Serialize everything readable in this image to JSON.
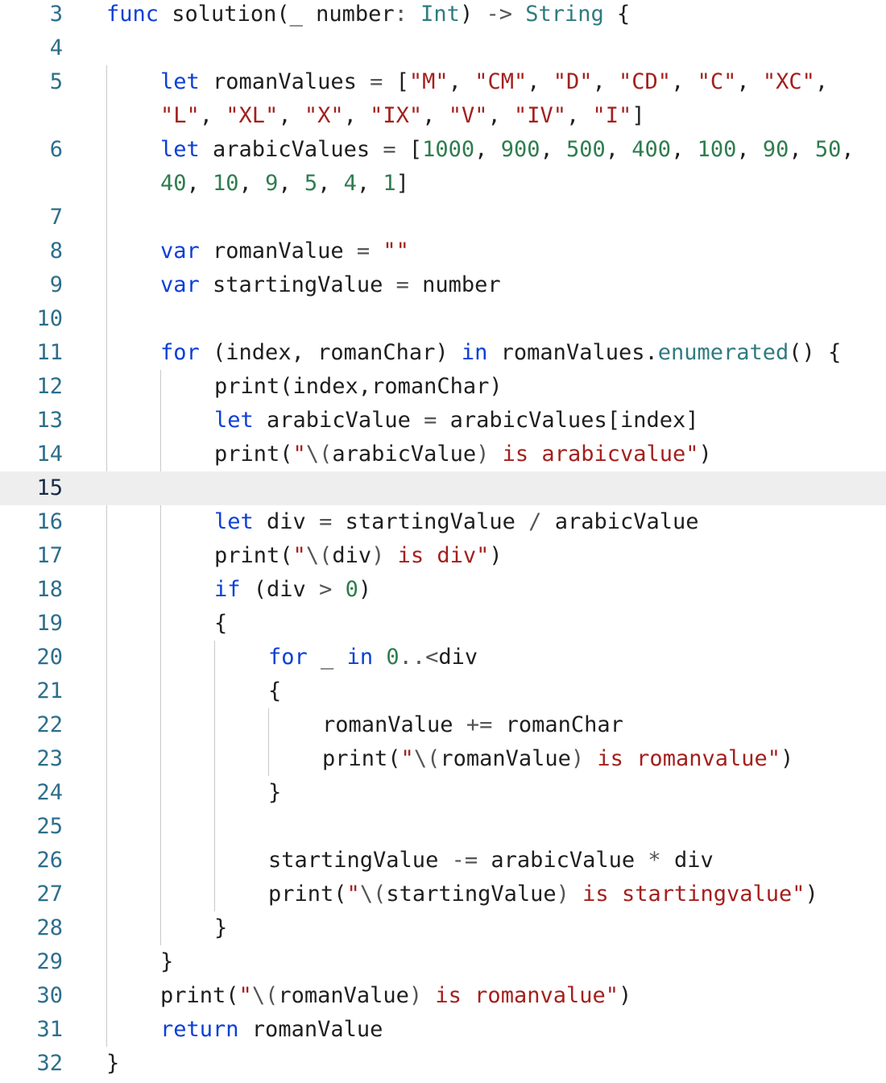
{
  "editor": {
    "language": "swift",
    "current_line": "15",
    "colors": {
      "keyword": "#0b3fd6",
      "type": "#2f7b80",
      "string": "#a3201d",
      "number": "#2e7d4f",
      "line_number": "#2d6e8c",
      "current_line_bg": "#eeeeee"
    },
    "lines": [
      {
        "num": "3",
        "indent": 0,
        "tokens": [
          {
            "t": "func",
            "c": "kw"
          },
          {
            "t": " solution(_ number"
          },
          {
            "t": ": ",
            "c": "op"
          },
          {
            "t": "Int",
            "c": "ty"
          },
          {
            "t": ") "
          },
          {
            "t": "->",
            "c": "op"
          },
          {
            "t": " "
          },
          {
            "t": "String",
            "c": "ty"
          },
          {
            "t": " {"
          }
        ]
      },
      {
        "num": "4",
        "indent": 0,
        "tokens": []
      },
      {
        "num": "5",
        "indent": 1,
        "tokens": [
          {
            "t": "let",
            "c": "kw"
          },
          {
            "t": " romanValues "
          },
          {
            "t": "=",
            "c": "op"
          },
          {
            "t": " ["
          },
          {
            "t": "\"M\"",
            "c": "str"
          },
          {
            "t": ", "
          },
          {
            "t": "\"CM\"",
            "c": "str"
          },
          {
            "t": ", "
          },
          {
            "t": "\"D\"",
            "c": "str"
          },
          {
            "t": ", "
          },
          {
            "t": "\"CD\"",
            "c": "str"
          },
          {
            "t": ", "
          },
          {
            "t": "\"C\"",
            "c": "str"
          },
          {
            "t": ", "
          },
          {
            "t": "\"XC\"",
            "c": "str"
          },
          {
            "t": ","
          }
        ]
      },
      {
        "num": "",
        "indent": 1,
        "tokens": [
          {
            "t": "\"L\"",
            "c": "str"
          },
          {
            "t": ", "
          },
          {
            "t": "\"XL\"",
            "c": "str"
          },
          {
            "t": ", "
          },
          {
            "t": "\"X\"",
            "c": "str"
          },
          {
            "t": ", "
          },
          {
            "t": "\"IX\"",
            "c": "str"
          },
          {
            "t": ", "
          },
          {
            "t": "\"V\"",
            "c": "str"
          },
          {
            "t": ", "
          },
          {
            "t": "\"IV\"",
            "c": "str"
          },
          {
            "t": ", "
          },
          {
            "t": "\"I\"",
            "c": "str"
          },
          {
            "t": "]"
          }
        ]
      },
      {
        "num": "6",
        "indent": 1,
        "tokens": [
          {
            "t": "let",
            "c": "kw"
          },
          {
            "t": " arabicValues "
          },
          {
            "t": "=",
            "c": "op"
          },
          {
            "t": " ["
          },
          {
            "t": "1000",
            "c": "num"
          },
          {
            "t": ", "
          },
          {
            "t": "900",
            "c": "num"
          },
          {
            "t": ", "
          },
          {
            "t": "500",
            "c": "num"
          },
          {
            "t": ", "
          },
          {
            "t": "400",
            "c": "num"
          },
          {
            "t": ", "
          },
          {
            "t": "100",
            "c": "num"
          },
          {
            "t": ", "
          },
          {
            "t": "90",
            "c": "num"
          },
          {
            "t": ", "
          },
          {
            "t": "50",
            "c": "num"
          },
          {
            "t": ","
          }
        ]
      },
      {
        "num": "",
        "indent": 1,
        "tokens": [
          {
            "t": "40",
            "c": "num"
          },
          {
            "t": ", "
          },
          {
            "t": "10",
            "c": "num"
          },
          {
            "t": ", "
          },
          {
            "t": "9",
            "c": "num"
          },
          {
            "t": ", "
          },
          {
            "t": "5",
            "c": "num"
          },
          {
            "t": ", "
          },
          {
            "t": "4",
            "c": "num"
          },
          {
            "t": ", "
          },
          {
            "t": "1",
            "c": "num"
          },
          {
            "t": "]"
          }
        ]
      },
      {
        "num": "7",
        "indent": 1,
        "tokens": []
      },
      {
        "num": "8",
        "indent": 1,
        "tokens": [
          {
            "t": "var",
            "c": "kw"
          },
          {
            "t": " romanValue "
          },
          {
            "t": "=",
            "c": "op"
          },
          {
            "t": " "
          },
          {
            "t": "\"\"",
            "c": "str"
          }
        ]
      },
      {
        "num": "9",
        "indent": 1,
        "tokens": [
          {
            "t": "var",
            "c": "kw"
          },
          {
            "t": " startingValue "
          },
          {
            "t": "=",
            "c": "op"
          },
          {
            "t": " number"
          }
        ]
      },
      {
        "num": "10",
        "indent": 1,
        "tokens": []
      },
      {
        "num": "11",
        "indent": 1,
        "tokens": [
          {
            "t": "for",
            "c": "kw"
          },
          {
            "t": " (index, romanChar) "
          },
          {
            "t": "in",
            "c": "kw"
          },
          {
            "t": " romanValues."
          },
          {
            "t": "enumerated",
            "c": "mth"
          },
          {
            "t": "() {"
          }
        ]
      },
      {
        "num": "12",
        "indent": 2,
        "tokens": [
          {
            "t": "print(index,romanChar)"
          }
        ]
      },
      {
        "num": "13",
        "indent": 2,
        "tokens": [
          {
            "t": "let",
            "c": "kw"
          },
          {
            "t": " arabicValue "
          },
          {
            "t": "=",
            "c": "op"
          },
          {
            "t": " arabicValues[index]"
          }
        ]
      },
      {
        "num": "14",
        "indent": 2,
        "tokens": [
          {
            "t": "print("
          },
          {
            "t": "\"",
            "c": "str"
          },
          {
            "t": "\\(",
            "c": "op"
          },
          {
            "t": "arabicValue"
          },
          {
            "t": ")",
            "c": "op"
          },
          {
            "t": " is arabicvalue\"",
            "c": "str"
          },
          {
            "t": ")"
          }
        ]
      },
      {
        "num": "15",
        "indent": 2,
        "tokens": []
      },
      {
        "num": "16",
        "indent": 2,
        "tokens": [
          {
            "t": "let",
            "c": "kw"
          },
          {
            "t": " div "
          },
          {
            "t": "=",
            "c": "op"
          },
          {
            "t": " startingValue "
          },
          {
            "t": "/",
            "c": "op"
          },
          {
            "t": " arabicValue"
          }
        ]
      },
      {
        "num": "17",
        "indent": 2,
        "tokens": [
          {
            "t": "print("
          },
          {
            "t": "\"",
            "c": "str"
          },
          {
            "t": "\\(",
            "c": "op"
          },
          {
            "t": "div"
          },
          {
            "t": ")",
            "c": "op"
          },
          {
            "t": " is div\"",
            "c": "str"
          },
          {
            "t": ")"
          }
        ]
      },
      {
        "num": "18",
        "indent": 2,
        "tokens": [
          {
            "t": "if",
            "c": "kw"
          },
          {
            "t": " (div "
          },
          {
            "t": ">",
            "c": "op"
          },
          {
            "t": " "
          },
          {
            "t": "0",
            "c": "num"
          },
          {
            "t": ")"
          }
        ]
      },
      {
        "num": "19",
        "indent": 2,
        "tokens": [
          {
            "t": "{"
          }
        ]
      },
      {
        "num": "20",
        "indent": 3,
        "tokens": [
          {
            "t": "for",
            "c": "kw"
          },
          {
            "t": " _ "
          },
          {
            "t": "in",
            "c": "kw"
          },
          {
            "t": " "
          },
          {
            "t": "0",
            "c": "num"
          },
          {
            "t": "..<",
            "c": "op"
          },
          {
            "t": "div"
          }
        ]
      },
      {
        "num": "21",
        "indent": 3,
        "tokens": [
          {
            "t": "{"
          }
        ]
      },
      {
        "num": "22",
        "indent": 4,
        "tokens": [
          {
            "t": "romanValue "
          },
          {
            "t": "+=",
            "c": "op"
          },
          {
            "t": " romanChar"
          }
        ]
      },
      {
        "num": "23",
        "indent": 4,
        "tokens": [
          {
            "t": "print("
          },
          {
            "t": "\"",
            "c": "str"
          },
          {
            "t": "\\(",
            "c": "op"
          },
          {
            "t": "romanValue"
          },
          {
            "t": ")",
            "c": "op"
          },
          {
            "t": " is romanvalue\"",
            "c": "str"
          },
          {
            "t": ")"
          }
        ]
      },
      {
        "num": "24",
        "indent": 3,
        "tokens": [
          {
            "t": "}"
          }
        ]
      },
      {
        "num": "25",
        "indent": 3,
        "tokens": []
      },
      {
        "num": "26",
        "indent": 3,
        "tokens": [
          {
            "t": "startingValue "
          },
          {
            "t": "-=",
            "c": "op"
          },
          {
            "t": " arabicValue "
          },
          {
            "t": "*",
            "c": "op"
          },
          {
            "t": " div"
          }
        ]
      },
      {
        "num": "27",
        "indent": 3,
        "tokens": [
          {
            "t": "print("
          },
          {
            "t": "\"",
            "c": "str"
          },
          {
            "t": "\\(",
            "c": "op"
          },
          {
            "t": "startingValue"
          },
          {
            "t": ")",
            "c": "op"
          },
          {
            "t": " is startingvalue\"",
            "c": "str"
          },
          {
            "t": ")"
          }
        ]
      },
      {
        "num": "28",
        "indent": 2,
        "tokens": [
          {
            "t": "}"
          }
        ]
      },
      {
        "num": "29",
        "indent": 1,
        "tokens": [
          {
            "t": "}"
          }
        ]
      },
      {
        "num": "30",
        "indent": 1,
        "tokens": [
          {
            "t": "print("
          },
          {
            "t": "\"",
            "c": "str"
          },
          {
            "t": "\\(",
            "c": "op"
          },
          {
            "t": "romanValue"
          },
          {
            "t": ")",
            "c": "op"
          },
          {
            "t": " is romanvalue\"",
            "c": "str"
          },
          {
            "t": ")"
          }
        ]
      },
      {
        "num": "31",
        "indent": 1,
        "tokens": [
          {
            "t": "return",
            "c": "kw"
          },
          {
            "t": " romanValue"
          }
        ]
      },
      {
        "num": "32",
        "indent": 0,
        "tokens": [
          {
            "t": "}"
          }
        ]
      }
    ]
  }
}
